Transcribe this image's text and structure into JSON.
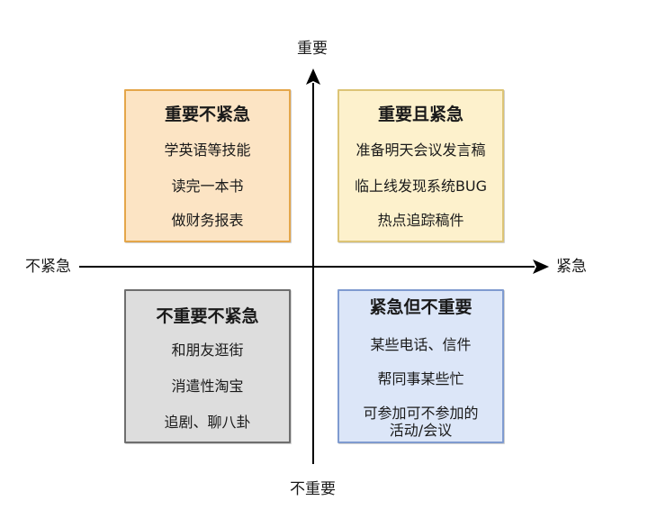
{
  "axes": {
    "up": "重要",
    "down": "不重要",
    "left": "不紧急",
    "right": "紧急"
  },
  "quadrants": [
    {
      "title": "重要不紧急",
      "items": [
        "学英语等技能",
        "读完一本书",
        "做财务报表"
      ],
      "fill": "#fce4c4",
      "border": "#e4a64a"
    },
    {
      "title": "重要且紧急",
      "items": [
        "准备明天会议发言稿",
        "临上线发现系统BUG",
        "热点追踪稿件"
      ],
      "fill": "#fdf1cc",
      "border": "#dcc476"
    },
    {
      "title": "不重要不紧急",
      "items": [
        "和朋友逛街",
        "消遣性淘宝",
        "追剧、聊八卦"
      ],
      "fill": "#dddddd",
      "border": "#6e6e6e"
    },
    {
      "title": "紧急但不重要",
      "items": [
        "某些电话、信件",
        "帮同事某些忙",
        "可参加可不参加的",
        "活动/会议"
      ],
      "fill": "#dce6f8",
      "border": "#7f9bd0"
    }
  ]
}
